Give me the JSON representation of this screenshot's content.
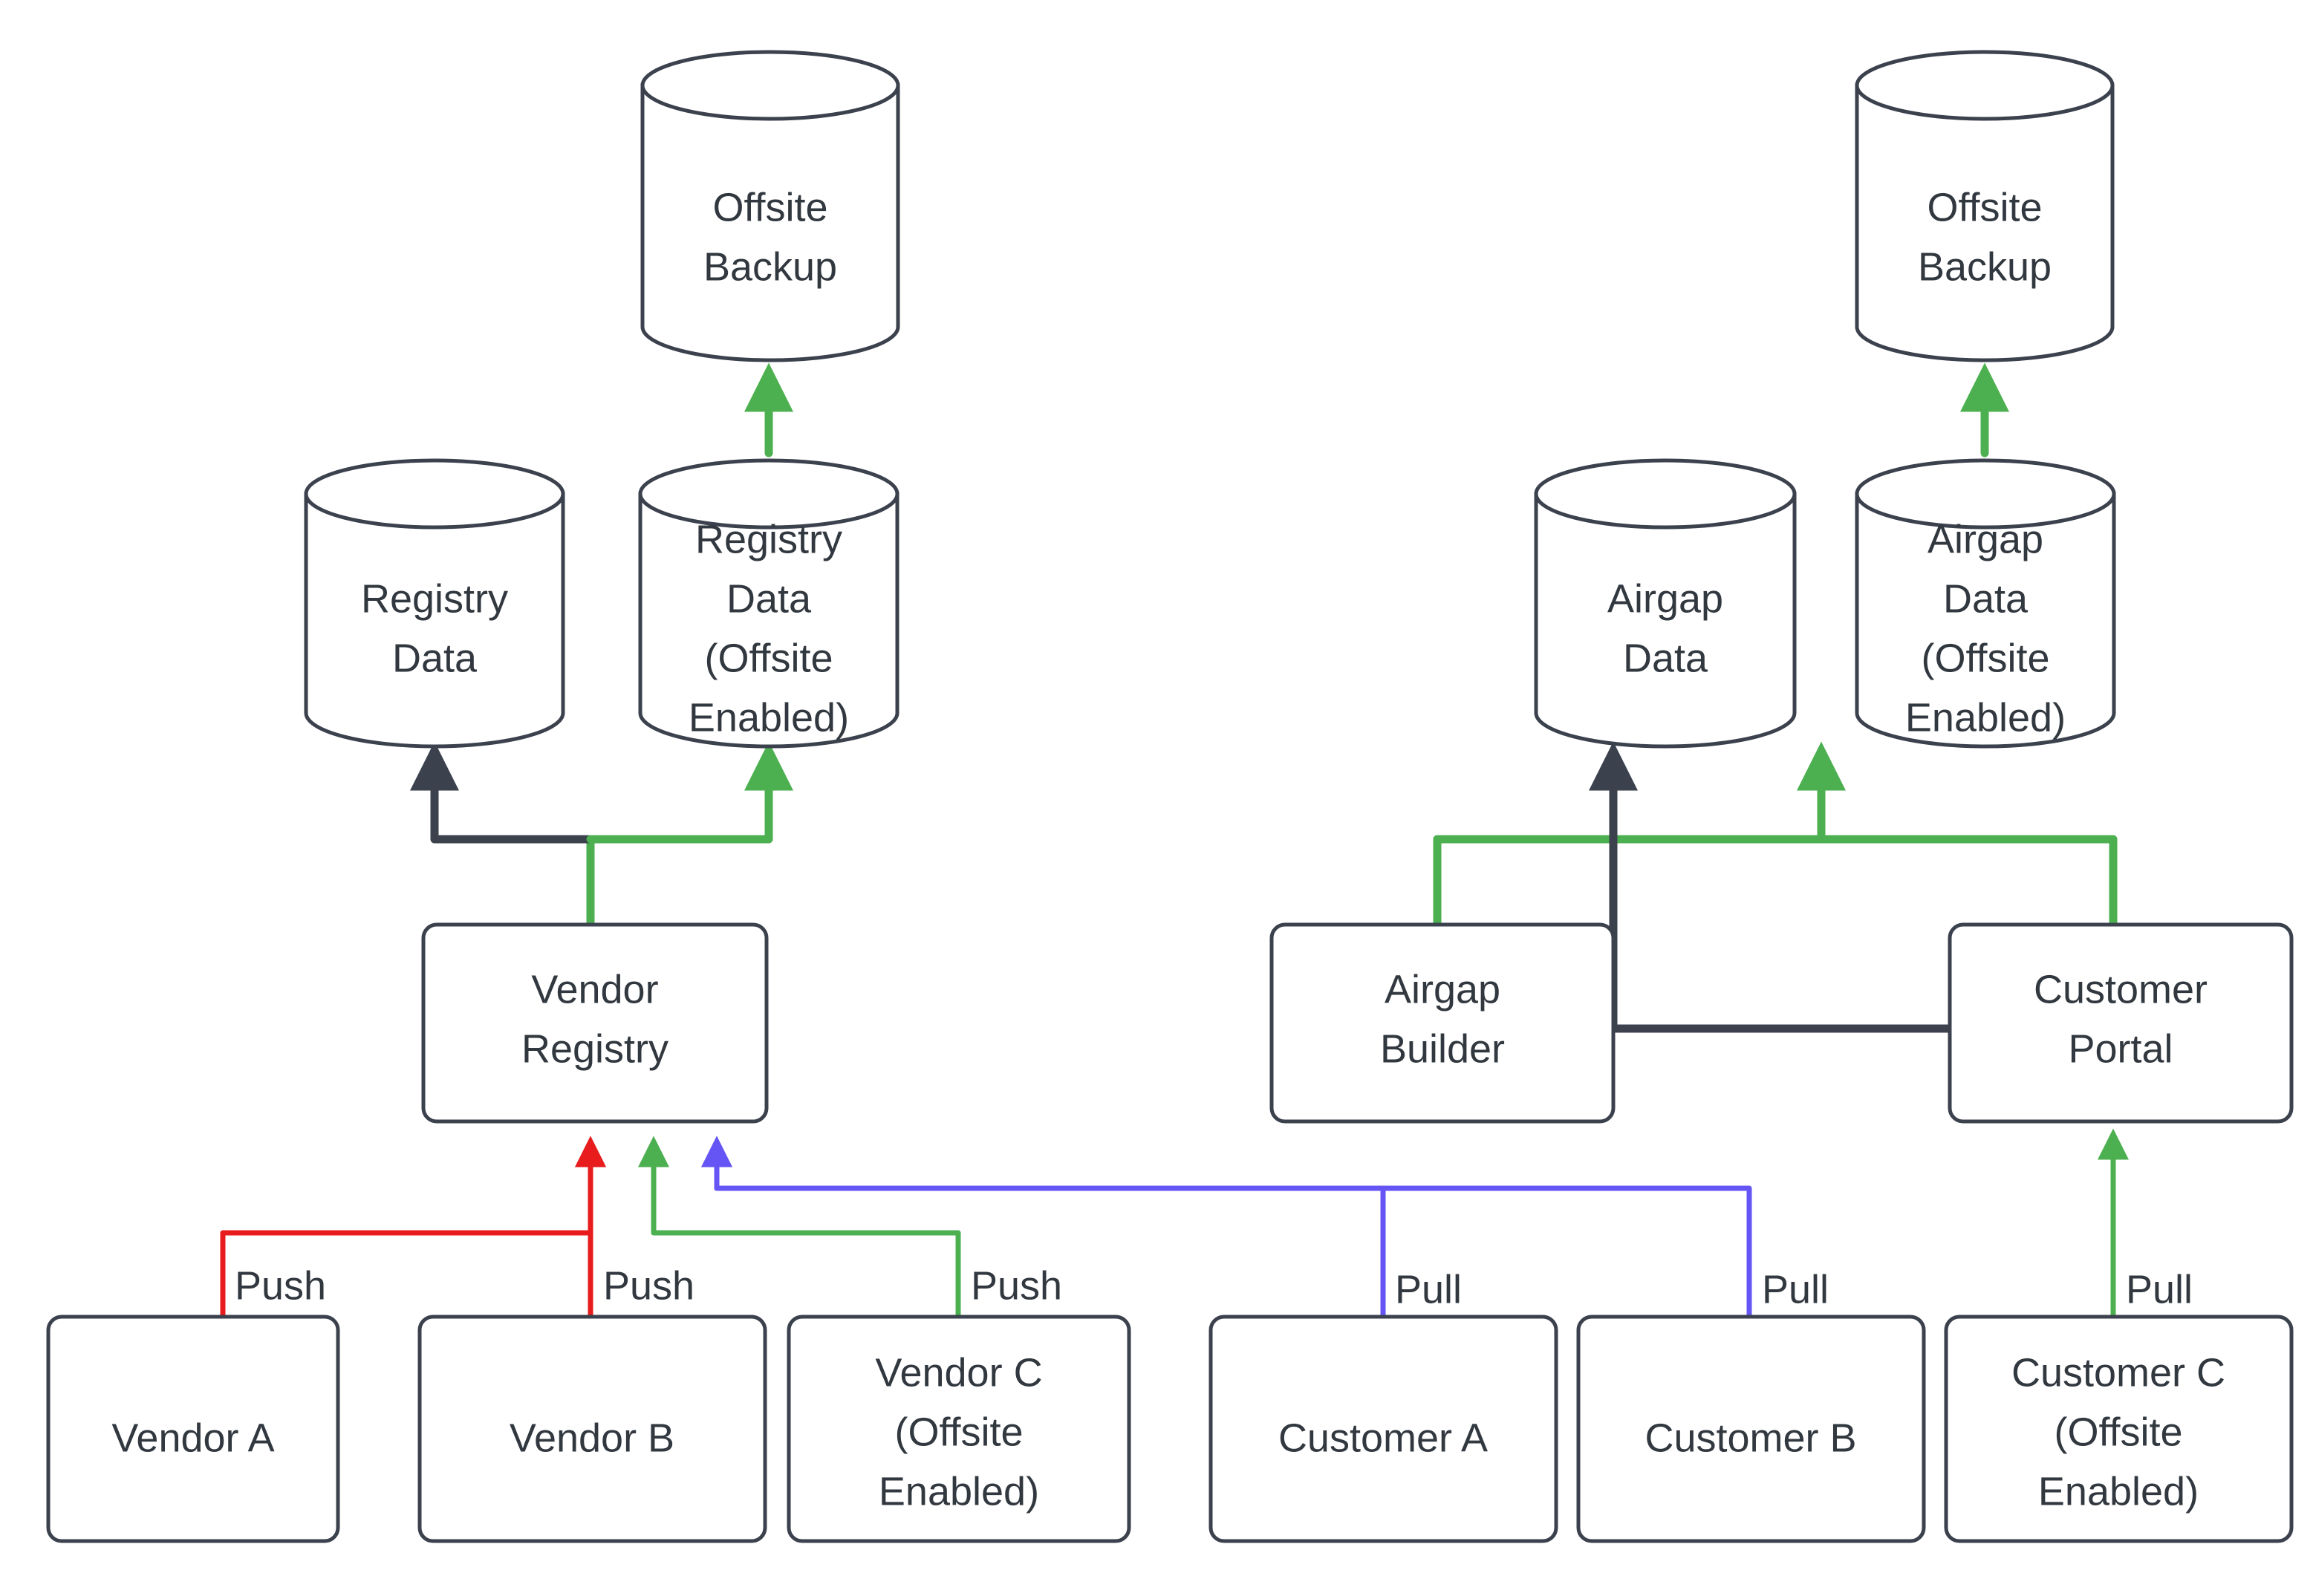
{
  "diagram": {
    "type": "flowchart",
    "background_color": "#ffffff",
    "palette": {
      "node_stroke": "#3b414d",
      "node_fill": "#ffffff",
      "text": "#32383f",
      "edge_default": "#3b414d",
      "edge_push_red": "#e81c1c",
      "edge_offsite_green": "#4cb050",
      "edge_pull_purple": "#6655f5"
    },
    "nodes": {
      "offsite_backup_left": {
        "label_line1": "Offsite",
        "label_line2": "Backup",
        "shape": "cylinder"
      },
      "offsite_backup_right": {
        "label_line1": "Offsite",
        "label_line2": "Backup",
        "shape": "cylinder"
      },
      "registry_data": {
        "label_line1": "Registry",
        "label_line2": "Data",
        "shape": "cylinder"
      },
      "registry_data_offsite": {
        "label_line1": "Registry",
        "label_line2": "Data",
        "label_line3": "(Offsite",
        "label_line4": "Enabled)",
        "shape": "cylinder"
      },
      "airgap_data": {
        "label_line1": "Airgap",
        "label_line2": "Data",
        "shape": "cylinder"
      },
      "airgap_data_offsite": {
        "label_line1": "Airgap",
        "label_line2": "Data",
        "label_line3": "(Offsite",
        "label_line4": "Enabled)",
        "shape": "cylinder"
      },
      "vendor_registry": {
        "label_line1": "Vendor",
        "label_line2": "Registry",
        "shape": "rounded-rect"
      },
      "airgap_builder": {
        "label_line1": "Airgap",
        "label_line2": "Builder",
        "shape": "rounded-rect"
      },
      "customer_portal": {
        "label_line1": "Customer",
        "label_line2": "Portal",
        "shape": "rounded-rect"
      },
      "vendor_a": {
        "label_line1": "Vendor A",
        "shape": "rounded-rect"
      },
      "vendor_b": {
        "label_line1": "Vendor B",
        "shape": "rounded-rect"
      },
      "vendor_c": {
        "label_line1": "Vendor C",
        "label_line2": "(Offsite",
        "label_line3": "Enabled)",
        "shape": "rounded-rect"
      },
      "customer_a": {
        "label_line1": "Customer A",
        "shape": "rounded-rect"
      },
      "customer_b": {
        "label_line1": "Customer B",
        "shape": "rounded-rect"
      },
      "customer_c": {
        "label_line1": "Customer C",
        "label_line2": "(Offsite",
        "label_line3": "Enabled)",
        "shape": "rounded-rect"
      }
    },
    "edge_labels": {
      "vendor_a_push": "Push",
      "vendor_b_push": "Push",
      "vendor_c_push": "Push",
      "customer_a_pull": "Pull",
      "customer_b_pull": "Pull",
      "customer_c_pull": "Pull"
    },
    "edges": [
      {
        "from": "vendor_a",
        "to": "vendor_registry",
        "label": "Push",
        "color": "#e81c1c"
      },
      {
        "from": "vendor_b",
        "to": "vendor_registry",
        "label": "Push",
        "color": "#e81c1c"
      },
      {
        "from": "vendor_c",
        "to": "vendor_registry",
        "label": "Push",
        "color": "#4cb050"
      },
      {
        "from": "customer_a",
        "to": "vendor_registry",
        "label": "Pull",
        "color": "#6655f5"
      },
      {
        "from": "customer_b",
        "to": "vendor_registry",
        "label": "Pull",
        "color": "#6655f5"
      },
      {
        "from": "customer_c",
        "to": "customer_portal",
        "label": "Pull",
        "color": "#4cb050"
      },
      {
        "from": "vendor_registry",
        "to": "registry_data",
        "label": "",
        "color": "#3b414d"
      },
      {
        "from": "vendor_registry",
        "to": "registry_data_offsite",
        "label": "",
        "color": "#4cb050"
      },
      {
        "from": "registry_data_offsite",
        "to": "offsite_backup_left",
        "label": "",
        "color": "#4cb050"
      },
      {
        "from": "airgap_builder",
        "to": "airgap_data_offsite",
        "label": "",
        "color": "#4cb050"
      },
      {
        "from": "customer_portal",
        "to": "airgap_data_offsite",
        "label": "",
        "color": "#4cb050"
      },
      {
        "from": "customer_portal",
        "to": "airgap_data",
        "label": "",
        "color": "#3b414d"
      },
      {
        "from": "airgap_builder",
        "to": "airgap_data",
        "label": "",
        "color": "#3b414d"
      },
      {
        "from": "airgap_data_offsite",
        "to": "offsite_backup_right",
        "label": "",
        "color": "#4cb050"
      }
    ]
  }
}
